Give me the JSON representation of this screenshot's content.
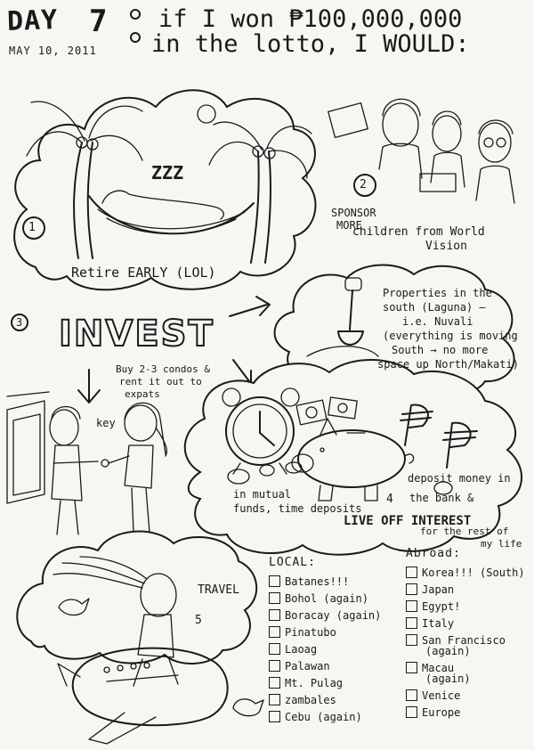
{
  "header": {
    "day_word": "DAY",
    "day_number": "7",
    "date": "MAY 10, 2011",
    "line1": "if I won ₱100,000,000",
    "line2": "in the lotto, I WOULD:"
  },
  "panels": {
    "retire": {
      "number": "1",
      "caption": "Retire EARLY (LOL)",
      "snore": "ZZZ"
    },
    "sponsor": {
      "number": "2",
      "line1": "SPONSOR",
      "line2": "MORE",
      "line3": "children from World",
      "line4": "Vision"
    },
    "invest": {
      "number": "3",
      "title": "INVEST"
    },
    "properties": {
      "line1": "Properties in the",
      "line2": "south (Laguna) —",
      "line3": "i.e. Nuvali",
      "line4": "(everything is moving",
      "line5": "South → no more",
      "line6": "space up North/Makati)"
    },
    "condos": {
      "line1": "Buy 2-3 condos &",
      "line2": "rent it out to",
      "line3": "expats",
      "key_label": "key"
    },
    "mutual": {
      "line1": "in mutual",
      "line2": "funds, time deposits"
    },
    "deposit": {
      "number": "4",
      "line1": "deposit money in",
      "line2": "the bank &",
      "line3": "LIVE OFF INTEREST",
      "line4": "for the rest of",
      "line5": "my life"
    },
    "travel": {
      "number": "5",
      "label": "TRAVEL"
    }
  },
  "travel_lists": {
    "local_heading": "LOCAL:",
    "local": [
      {
        "label": "Batanes!!!"
      },
      {
        "label": "Bohol (again)"
      },
      {
        "label": "Boracay (again)"
      },
      {
        "label": "Pinatubo"
      },
      {
        "label": "Laoag"
      },
      {
        "label": "Palawan"
      },
      {
        "label": "Mt. Pulag"
      },
      {
        "label": "zambales"
      },
      {
        "label": "Cebu (again)"
      }
    ],
    "abroad_heading": "Abroad:",
    "abroad": [
      {
        "label": "Korea!!! (South)"
      },
      {
        "label": "Japan"
      },
      {
        "label": "Egypt!"
      },
      {
        "label": "Italy"
      },
      {
        "label": "San Francisco",
        "sub": "(again)"
      },
      {
        "label": "Macau",
        "sub": "(again)"
      },
      {
        "label": "Venice"
      },
      {
        "label": "Europe"
      }
    ]
  },
  "colors": {
    "ink": "#1a1a1a",
    "paper": "#f7f6f3"
  }
}
